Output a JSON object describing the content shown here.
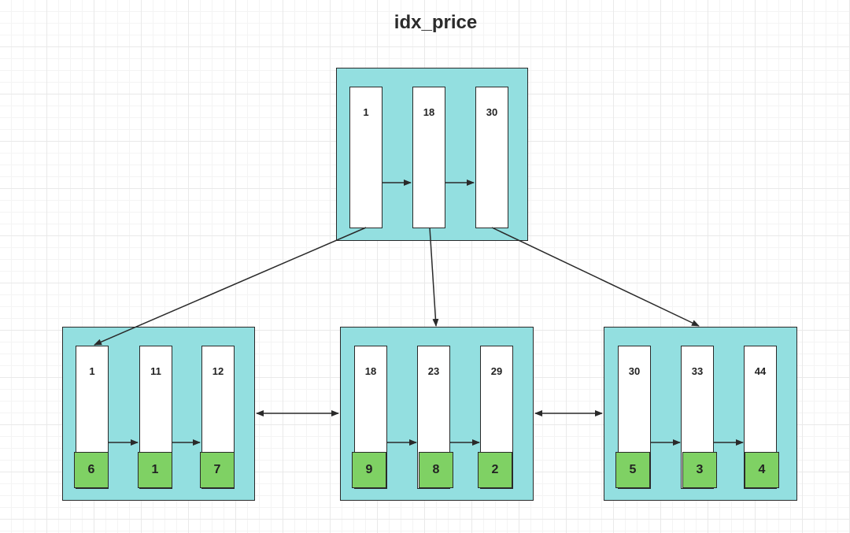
{
  "title": "idx_price",
  "root": {
    "keys": [
      "1",
      "18",
      "30"
    ]
  },
  "leaves": [
    {
      "keys": [
        "1",
        "11",
        "12"
      ],
      "ids": [
        "6",
        "1",
        "7"
      ]
    },
    {
      "keys": [
        "18",
        "23",
        "29"
      ],
      "ids": [
        "9",
        "8",
        "2"
      ]
    },
    {
      "keys": [
        "30",
        "33",
        "44"
      ],
      "ids": [
        "5",
        "3",
        "4"
      ]
    }
  ],
  "colors": {
    "node_fill": "#93dfe0",
    "id_fill": "#7fd164",
    "stroke": "#2a2a2a"
  }
}
